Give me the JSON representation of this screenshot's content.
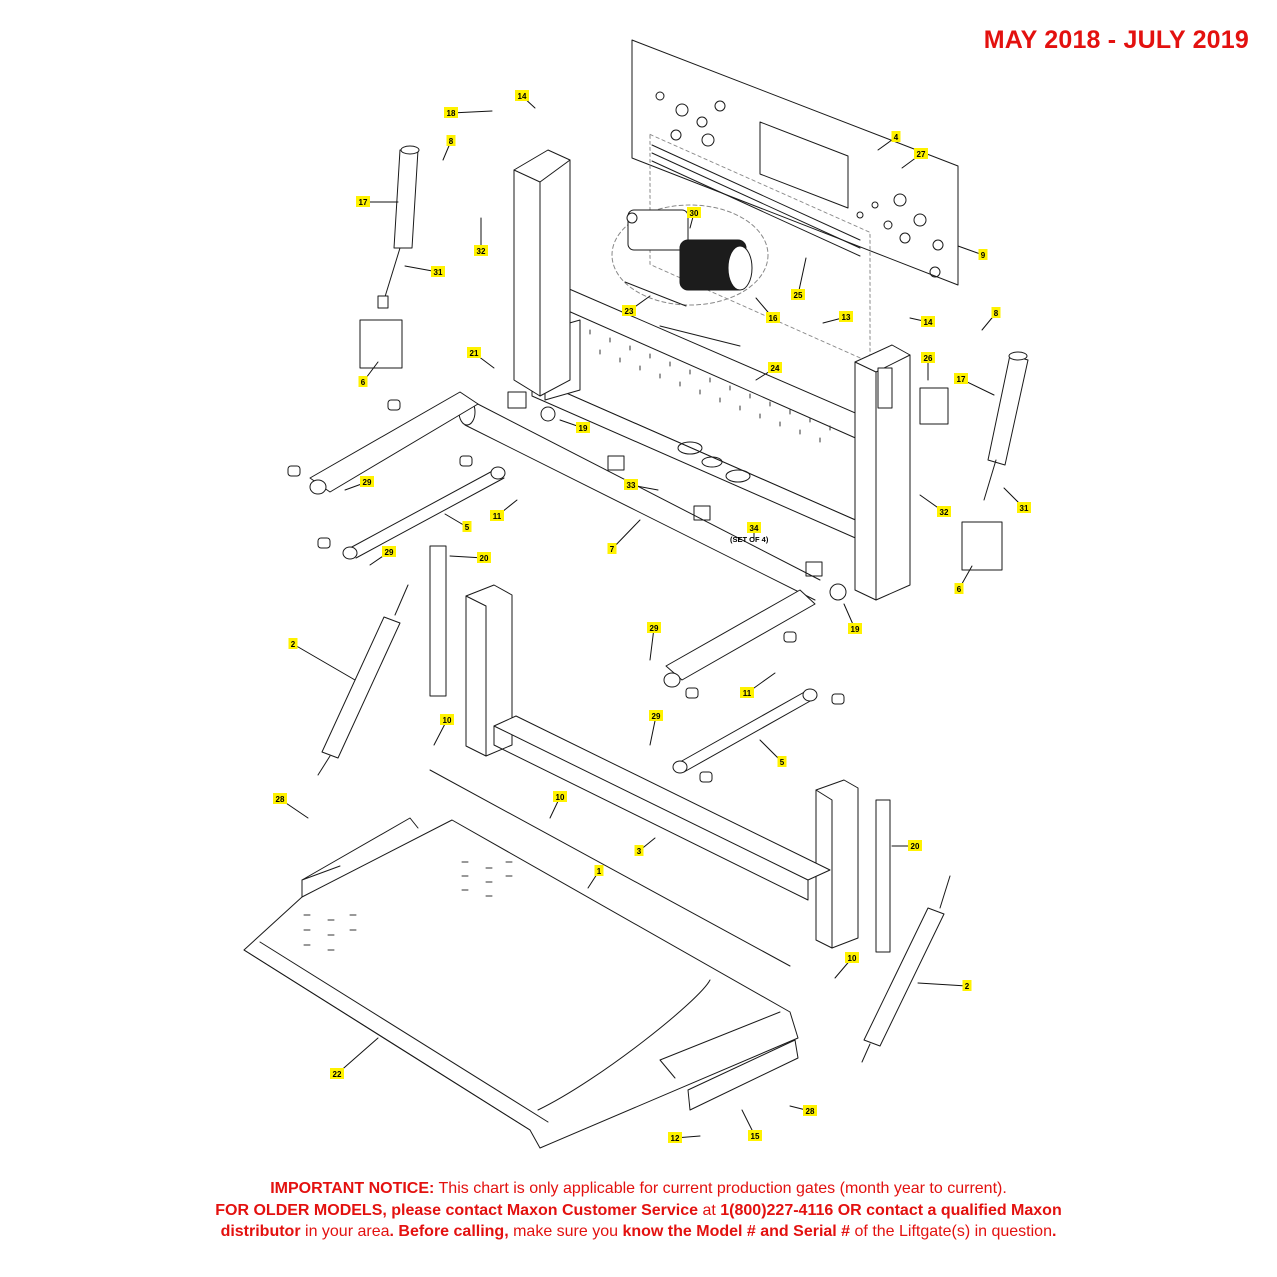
{
  "header": {
    "date_range": "MAY 2018 - JULY 2019"
  },
  "colors": {
    "accent_red": "#e3110f",
    "callout_yellow": "#fff200",
    "line": "#1a1a1a"
  },
  "diagram": {
    "callouts": [
      {
        "id": "c18a",
        "label": "18"
      },
      {
        "id": "c14a",
        "label": "14"
      },
      {
        "id": "c8a",
        "label": "8"
      },
      {
        "id": "c17a",
        "label": "17"
      },
      {
        "id": "c32a",
        "label": "32"
      },
      {
        "id": "c31a",
        "label": "31"
      },
      {
        "id": "c6a",
        "label": "6"
      },
      {
        "id": "c4",
        "label": "4"
      },
      {
        "id": "c27",
        "label": "27"
      },
      {
        "id": "c9",
        "label": "9"
      },
      {
        "id": "c30",
        "label": "30"
      },
      {
        "id": "c25",
        "label": "25"
      },
      {
        "id": "c23",
        "label": "23"
      },
      {
        "id": "c16",
        "label": "16"
      },
      {
        "id": "c13",
        "label": "13"
      },
      {
        "id": "c14b",
        "label": "14"
      },
      {
        "id": "c8b",
        "label": "8"
      },
      {
        "id": "c21",
        "label": "21"
      },
      {
        "id": "c24",
        "label": "24"
      },
      {
        "id": "c26",
        "label": "26"
      },
      {
        "id": "c17b",
        "label": "17"
      },
      {
        "id": "c19a",
        "label": "19"
      },
      {
        "id": "c29a",
        "label": "29"
      },
      {
        "id": "c33",
        "label": "33"
      },
      {
        "id": "c11a",
        "label": "11"
      },
      {
        "id": "c5a",
        "label": "5"
      },
      {
        "id": "c32b",
        "label": "32"
      },
      {
        "id": "c31b",
        "label": "31"
      },
      {
        "id": "c7",
        "label": "7"
      },
      {
        "id": "c34",
        "label": "34"
      },
      {
        "id": "c29b",
        "label": "29"
      },
      {
        "id": "c20a",
        "label": "20"
      },
      {
        "id": "c6b",
        "label": "6"
      },
      {
        "id": "c2a",
        "label": "2"
      },
      {
        "id": "c19b",
        "label": "19"
      },
      {
        "id": "c29c",
        "label": "29"
      },
      {
        "id": "c11b",
        "label": "11"
      },
      {
        "id": "c10a",
        "label": "10"
      },
      {
        "id": "c29d",
        "label": "29"
      },
      {
        "id": "c5b",
        "label": "5"
      },
      {
        "id": "c28a",
        "label": "28"
      },
      {
        "id": "c10b",
        "label": "10"
      },
      {
        "id": "c3",
        "label": "3"
      },
      {
        "id": "c20b",
        "label": "20"
      },
      {
        "id": "c1",
        "label": "1"
      },
      {
        "id": "c10c",
        "label": "10"
      },
      {
        "id": "c2b",
        "label": "2"
      },
      {
        "id": "c22",
        "label": "22"
      },
      {
        "id": "c28b",
        "label": "28"
      },
      {
        "id": "c12",
        "label": "12"
      },
      {
        "id": "c15",
        "label": "15"
      }
    ],
    "set_note": "(SET OF 4)"
  },
  "notice": {
    "line1_bold": "IMPORTANT NOTICE:",
    "line1_rest": " This chart is only applicable for current production gates (month year to current).",
    "line2_bold_a": "FOR OLDER MODELS, please contact Maxon Customer Service",
    "line2_mid": " at ",
    "line2_bold_b": "1(800)227-4116 OR contact a qualified Maxon",
    "line3_bold_a": "distributor",
    "line3_mid_a": " in your area",
    "line3_bold_b": ". Before calling,",
    "line3_mid_b": " make sure you ",
    "line3_bold_c": "know the Model # and Serial #",
    "line3_mid_c": " of the Liftgate(s) in question",
    "line3_end": "."
  }
}
